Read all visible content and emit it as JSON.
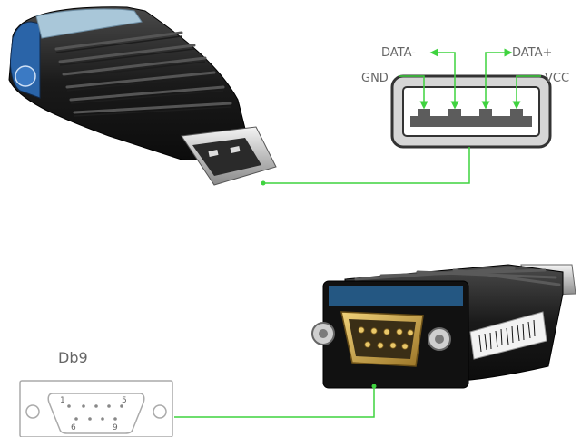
{
  "usb_pins": {
    "data_minus": "DATA-",
    "data_plus": "DATA+",
    "gnd": "GND",
    "vcc": "VCC"
  },
  "db9": {
    "title": "Db9",
    "pin_1": "1",
    "pin_5": "5",
    "pin_6": "6",
    "pin_9": "9"
  },
  "colors": {
    "wire": "#3fd33f",
    "label": "#666666",
    "device_body": "#1b1b1b",
    "usb_metal": "#d8d8d8",
    "db9_metal": "#c9a24a"
  },
  "icons": {
    "usb_adapter": "usb-adapter-photo",
    "db9_adapter": "db9-adapter-photo"
  }
}
